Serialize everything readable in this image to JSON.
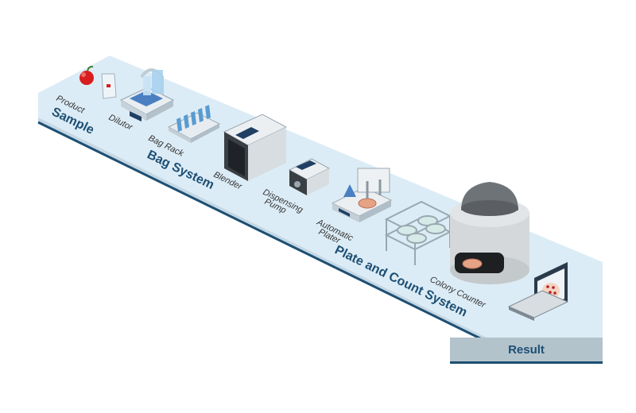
{
  "stages": {
    "sample": "Sample",
    "bag_system": "Bag System",
    "plate_count": "Plate and Count System",
    "result": "Result"
  },
  "equipment": {
    "product": "Product",
    "dilutor": "Dilutor",
    "bag_rack": "Bag Rack",
    "blender": "Blender",
    "dispensing_pump_1": "Dispensing",
    "dispensing_pump_2": "Pump",
    "automatic_plater_1": "Automatic",
    "automatic_plater_2": "Plater",
    "colony_counter": "Colony Counter"
  },
  "colors": {
    "platform": "#dcecf6",
    "platform_edge": "#1d4f73",
    "platform_side": "#c4d7e4",
    "result_box": "#b3c3cc",
    "title_text": "#1d4f73"
  }
}
